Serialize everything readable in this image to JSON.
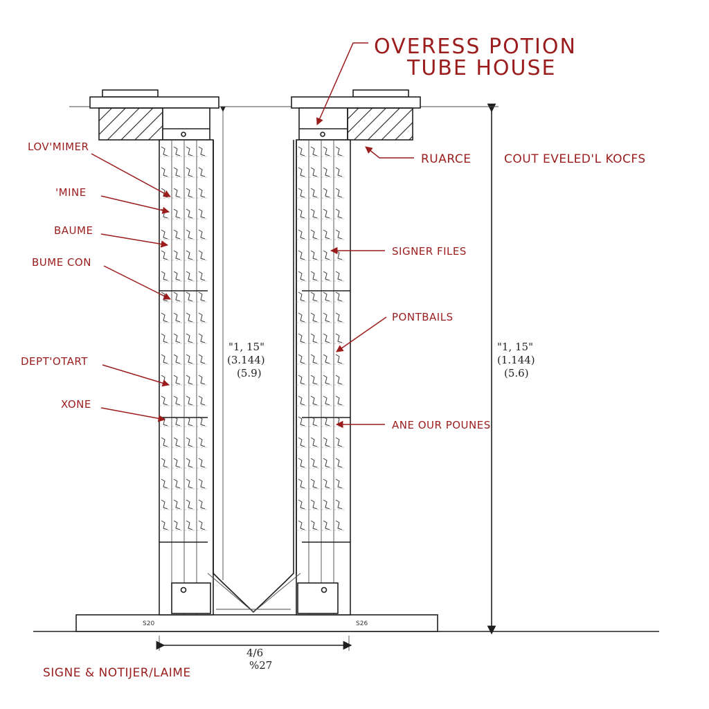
{
  "title": {
    "line1": "OVERESS POTION",
    "line2": "TUBE HOUSE"
  },
  "left_labels": [
    "LOV'MIMER",
    "'MINE",
    "BAUME",
    "BUME CON",
    "DEPT'OTART",
    "XONE"
  ],
  "right_labels": {
    "ruarce": "RUARCE",
    "cout": "COUT EVELED'L KOCFS",
    "signer": "SIGNER FILES",
    "pontbails": "PONTBAILS",
    "ane": "ANE OUR POUNES"
  },
  "dimensions": {
    "left": {
      "line1": "\"1, 15\"",
      "line2": "(3.144)",
      "line3": "(5.9)"
    },
    "right": {
      "line1": "\"1, 15\"",
      "line2": "(1.144)",
      "line3": "(5.6)"
    },
    "bottom": {
      "line1": "4/6",
      "line2": "%27"
    },
    "base_marks": [
      "S20",
      "S26"
    ]
  },
  "footer": "SIGNE & NOTIJER/LAIME",
  "colors": {
    "label": "#9b1c1c",
    "ink": "#1f1f1f",
    "background": "#ffffff"
  }
}
